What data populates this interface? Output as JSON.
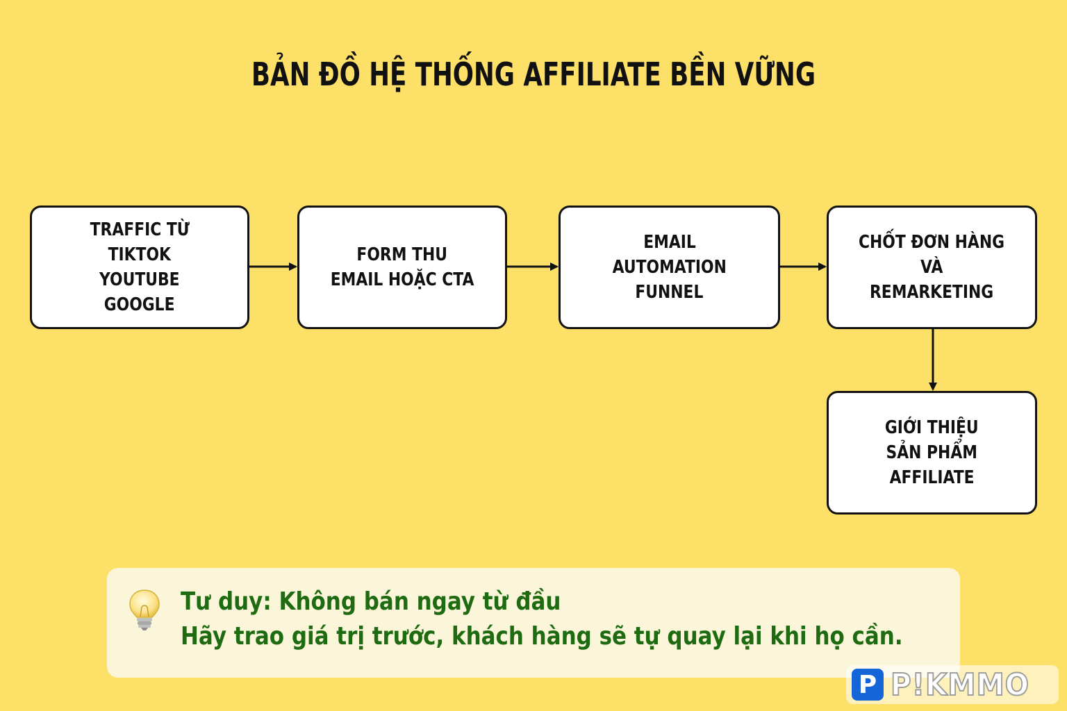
{
  "title": "BẢN ĐỒ HỆ THỐNG AFFILIATE BỀN VỮNG",
  "nodes": [
    {
      "lines": [
        "TRAFFIC TỪ",
        "TIKTOK",
        "YOUTUBE",
        "GOOGLE"
      ]
    },
    {
      "lines": [
        "FORM THU",
        "EMAIL HOẶC CTA"
      ]
    },
    {
      "lines": [
        "EMAIL",
        "AUTOMATION",
        "FUNNEL"
      ]
    },
    {
      "lines": [
        "CHỐT ĐƠN HÀNG",
        "VÀ",
        "REMARKETING"
      ]
    },
    {
      "lines": [
        "GIỚI THIỆU",
        "SẢN PHẨM",
        "AFFILIATE"
      ]
    }
  ],
  "tip": {
    "icon": "lightbulb-icon",
    "line1": "Tư duy: Không bán ngay từ đầu",
    "line2": "Hãy trao giá trị trước, khách hàng sẽ tự quay lại khi họ cần."
  },
  "logo": {
    "badge": "P",
    "text": "P!KMMO"
  },
  "colors": {
    "background": "#FDE068",
    "node_fill": "#FFFFFF",
    "stroke": "#111111",
    "tip_fill": "#FBF6D9",
    "tip_text": "#1F6B12",
    "logo_badge": "#1565D8"
  }
}
